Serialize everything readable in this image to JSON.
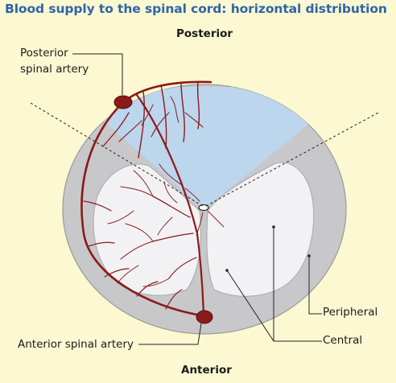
{
  "title": "Blood supply to the spinal cord: horizontal distribution",
  "labels": {
    "posterior": "Posterior",
    "anterior": "Anterior",
    "posterior_spinal_artery_line1": "Posterior",
    "posterior_spinal_artery_line2": "spinal artery",
    "anterior_spinal_artery": "Anterior spinal artery",
    "peripheral": "Peripheral",
    "central": "Central"
  },
  "colors": {
    "background": "#fbf8d2",
    "title": "#2f64a8",
    "white_matter": "#c8c8ca",
    "grey_matter": "#f2f2f4",
    "posterior_zone": "#bcd6ee",
    "artery": "#8a1a1a"
  }
}
